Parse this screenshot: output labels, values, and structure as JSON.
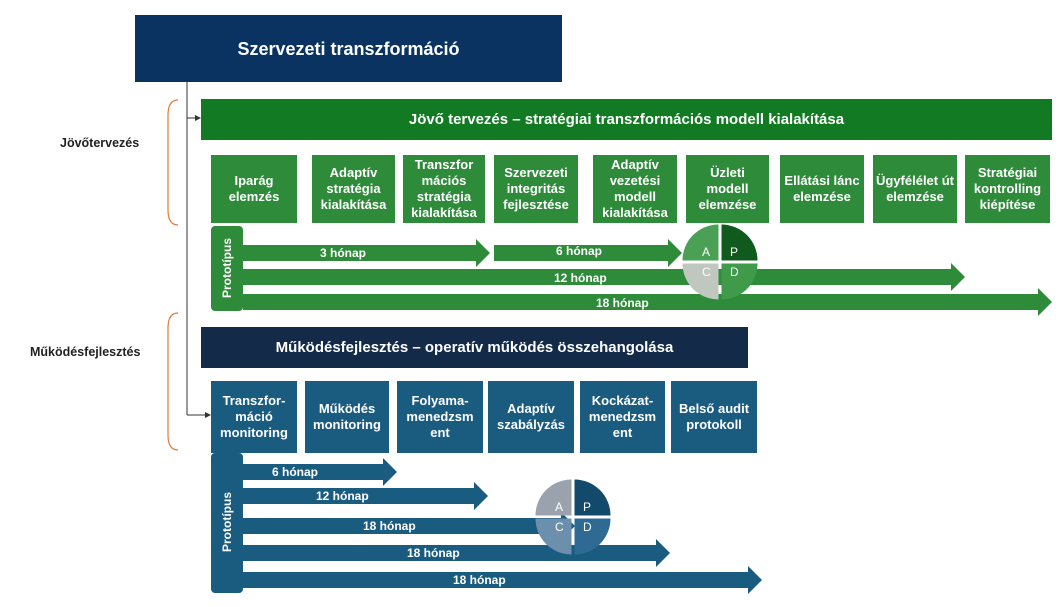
{
  "title": "Szervezeti transzformáció",
  "left_labels": {
    "future": "Jövőtervezés",
    "ops": "Működésfejlesztés"
  },
  "future": {
    "header": "Jövő tervezés – stratégiai transzformációs modell kialakítása",
    "boxes": [
      "Iparág elemzés",
      "Adaptív stratégia kialakítása",
      "Transzfor mációs stratégia kialakítása",
      "Szervezeti integritás fejlesztése",
      "Adaptív vezetési modell kialakítása",
      "Üzleti modell elemzése",
      "Ellátási lánc elemzése",
      "Ügyfélélet út elemzése",
      "Stratégiai kontrolling kiépítése"
    ],
    "prototype": "Prototípus",
    "arrows": [
      "3 hónap",
      "6 hónap",
      "12 hónap",
      "18 hónap"
    ],
    "pdca": [
      "A",
      "P",
      "C",
      "D"
    ]
  },
  "ops": {
    "header": "Működésfejlesztés – operatív működés összehangolása",
    "boxes": [
      "Transzfor-máció monitoring",
      "Működés monitoring",
      "Folyama-menedzsm ent",
      "Adaptív szabályzás",
      "Kockázat-menedzsm ent",
      "Belső audit protokoll"
    ],
    "prototype": "Prototípus",
    "arrows": [
      "6 hónap",
      "12 hónap",
      "18 hónap",
      "18 hónap",
      "18 hónap"
    ],
    "pdca": [
      "A",
      "P",
      "C",
      "D"
    ]
  },
  "colors": {
    "navy": "#0b3361",
    "green": "#2e8b3a",
    "dark_green": "#127a22",
    "blue": "#1a5c80",
    "dark_blue": "#132a48",
    "bracket": "#e07a3a"
  }
}
